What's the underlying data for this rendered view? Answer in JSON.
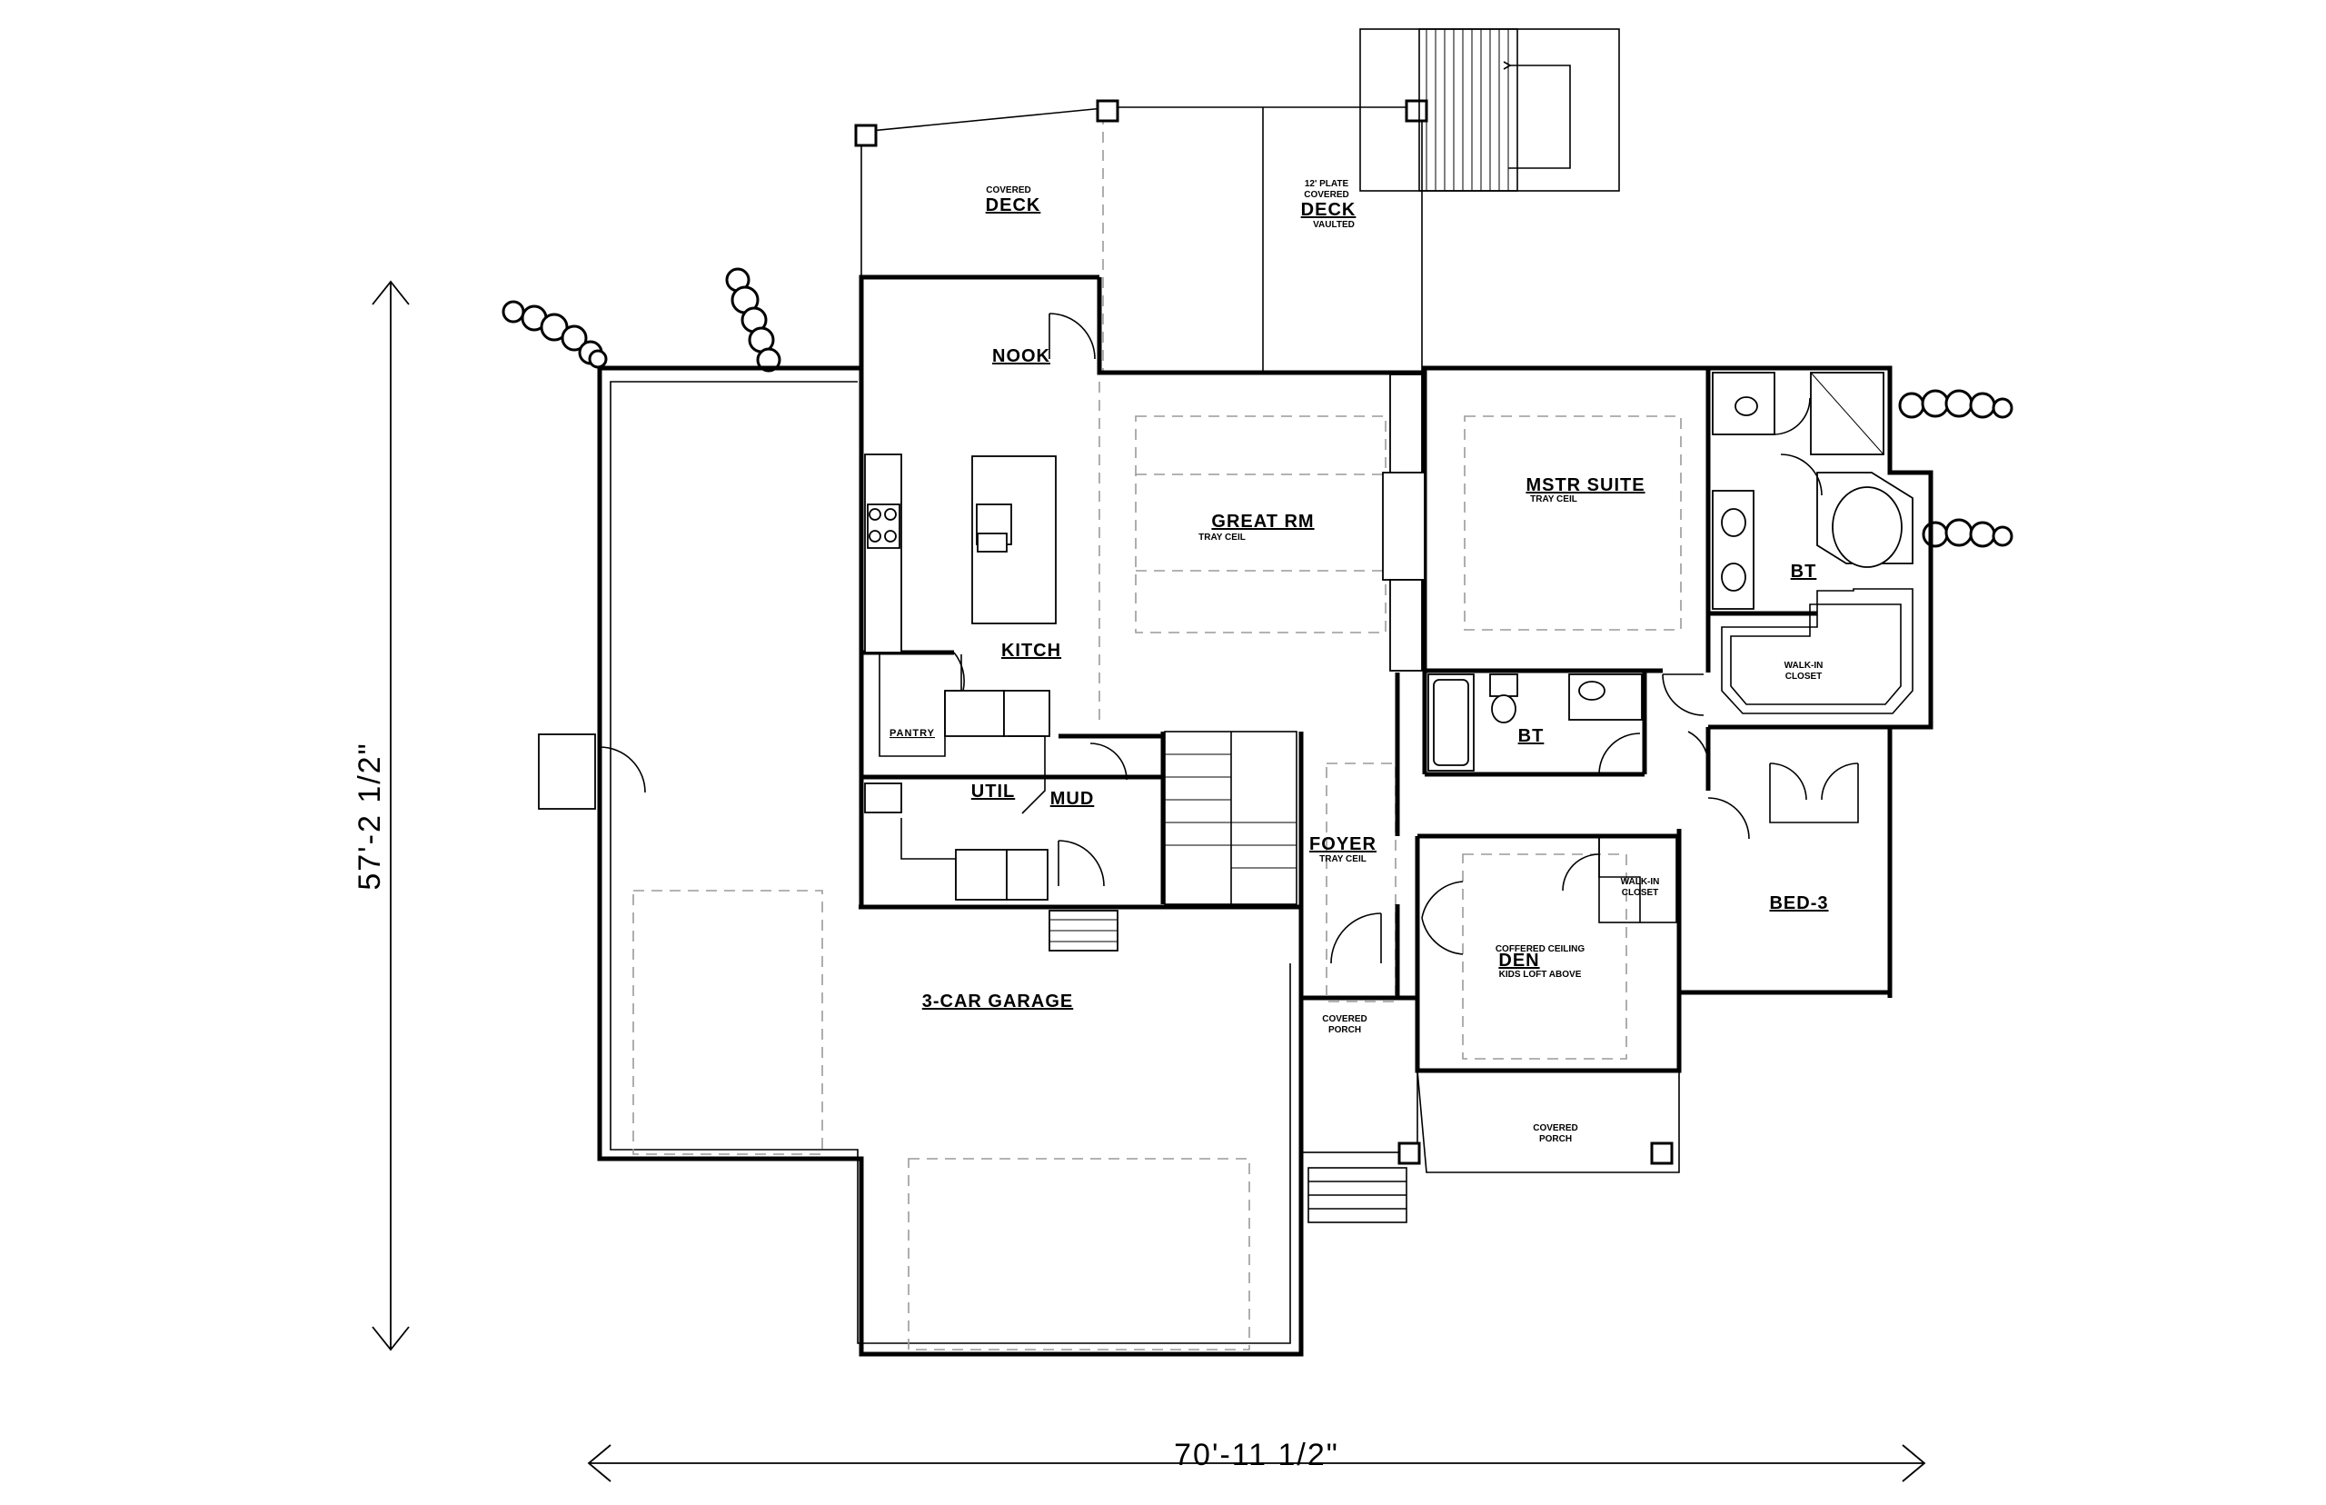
{
  "dimensions": {
    "width": "70'-11 1/2\"",
    "depth": "57'-2 1/2\""
  },
  "rooms": {
    "deck_left": {
      "top": "COVERED",
      "name": "DECK"
    },
    "deck_right": {
      "top1": "12' PLATE",
      "top2": "COVERED",
      "name": "DECK",
      "sub": "VAULTED"
    },
    "nook": {
      "name": "NOOK"
    },
    "great_rm": {
      "name": "GREAT RM",
      "sub": "TRAY CEIL"
    },
    "mstr_suite": {
      "name": "MSTR SUITE",
      "sub": "TRAY CEIL"
    },
    "master_bath": {
      "name": "BT"
    },
    "walk_in_master": {
      "line1": "WALK-IN",
      "line2": "CLOSET"
    },
    "kitchen": {
      "name": "KITCH"
    },
    "pantry": {
      "name": "PANTRY"
    },
    "util": {
      "name": "UTIL"
    },
    "mud": {
      "name": "MUD"
    },
    "bath2": {
      "name": "BT"
    },
    "foyer": {
      "name": "FOYER",
      "sub": "TRAY CEIL"
    },
    "walk_in_bed3": {
      "line1": "WALK-IN",
      "line2": "CLOSET"
    },
    "bed3": {
      "name": "BED-3"
    },
    "den": {
      "top": "COFFERED CEILING",
      "name": "DEN",
      "sub": "KIDS LOFT ABOVE"
    },
    "garage": {
      "name": "3-CAR GARAGE"
    },
    "porch_small": {
      "line1": "COVERED",
      "line2": "PORCH"
    },
    "porch_large": {
      "line1": "COVERED",
      "line2": "PORCH"
    }
  }
}
